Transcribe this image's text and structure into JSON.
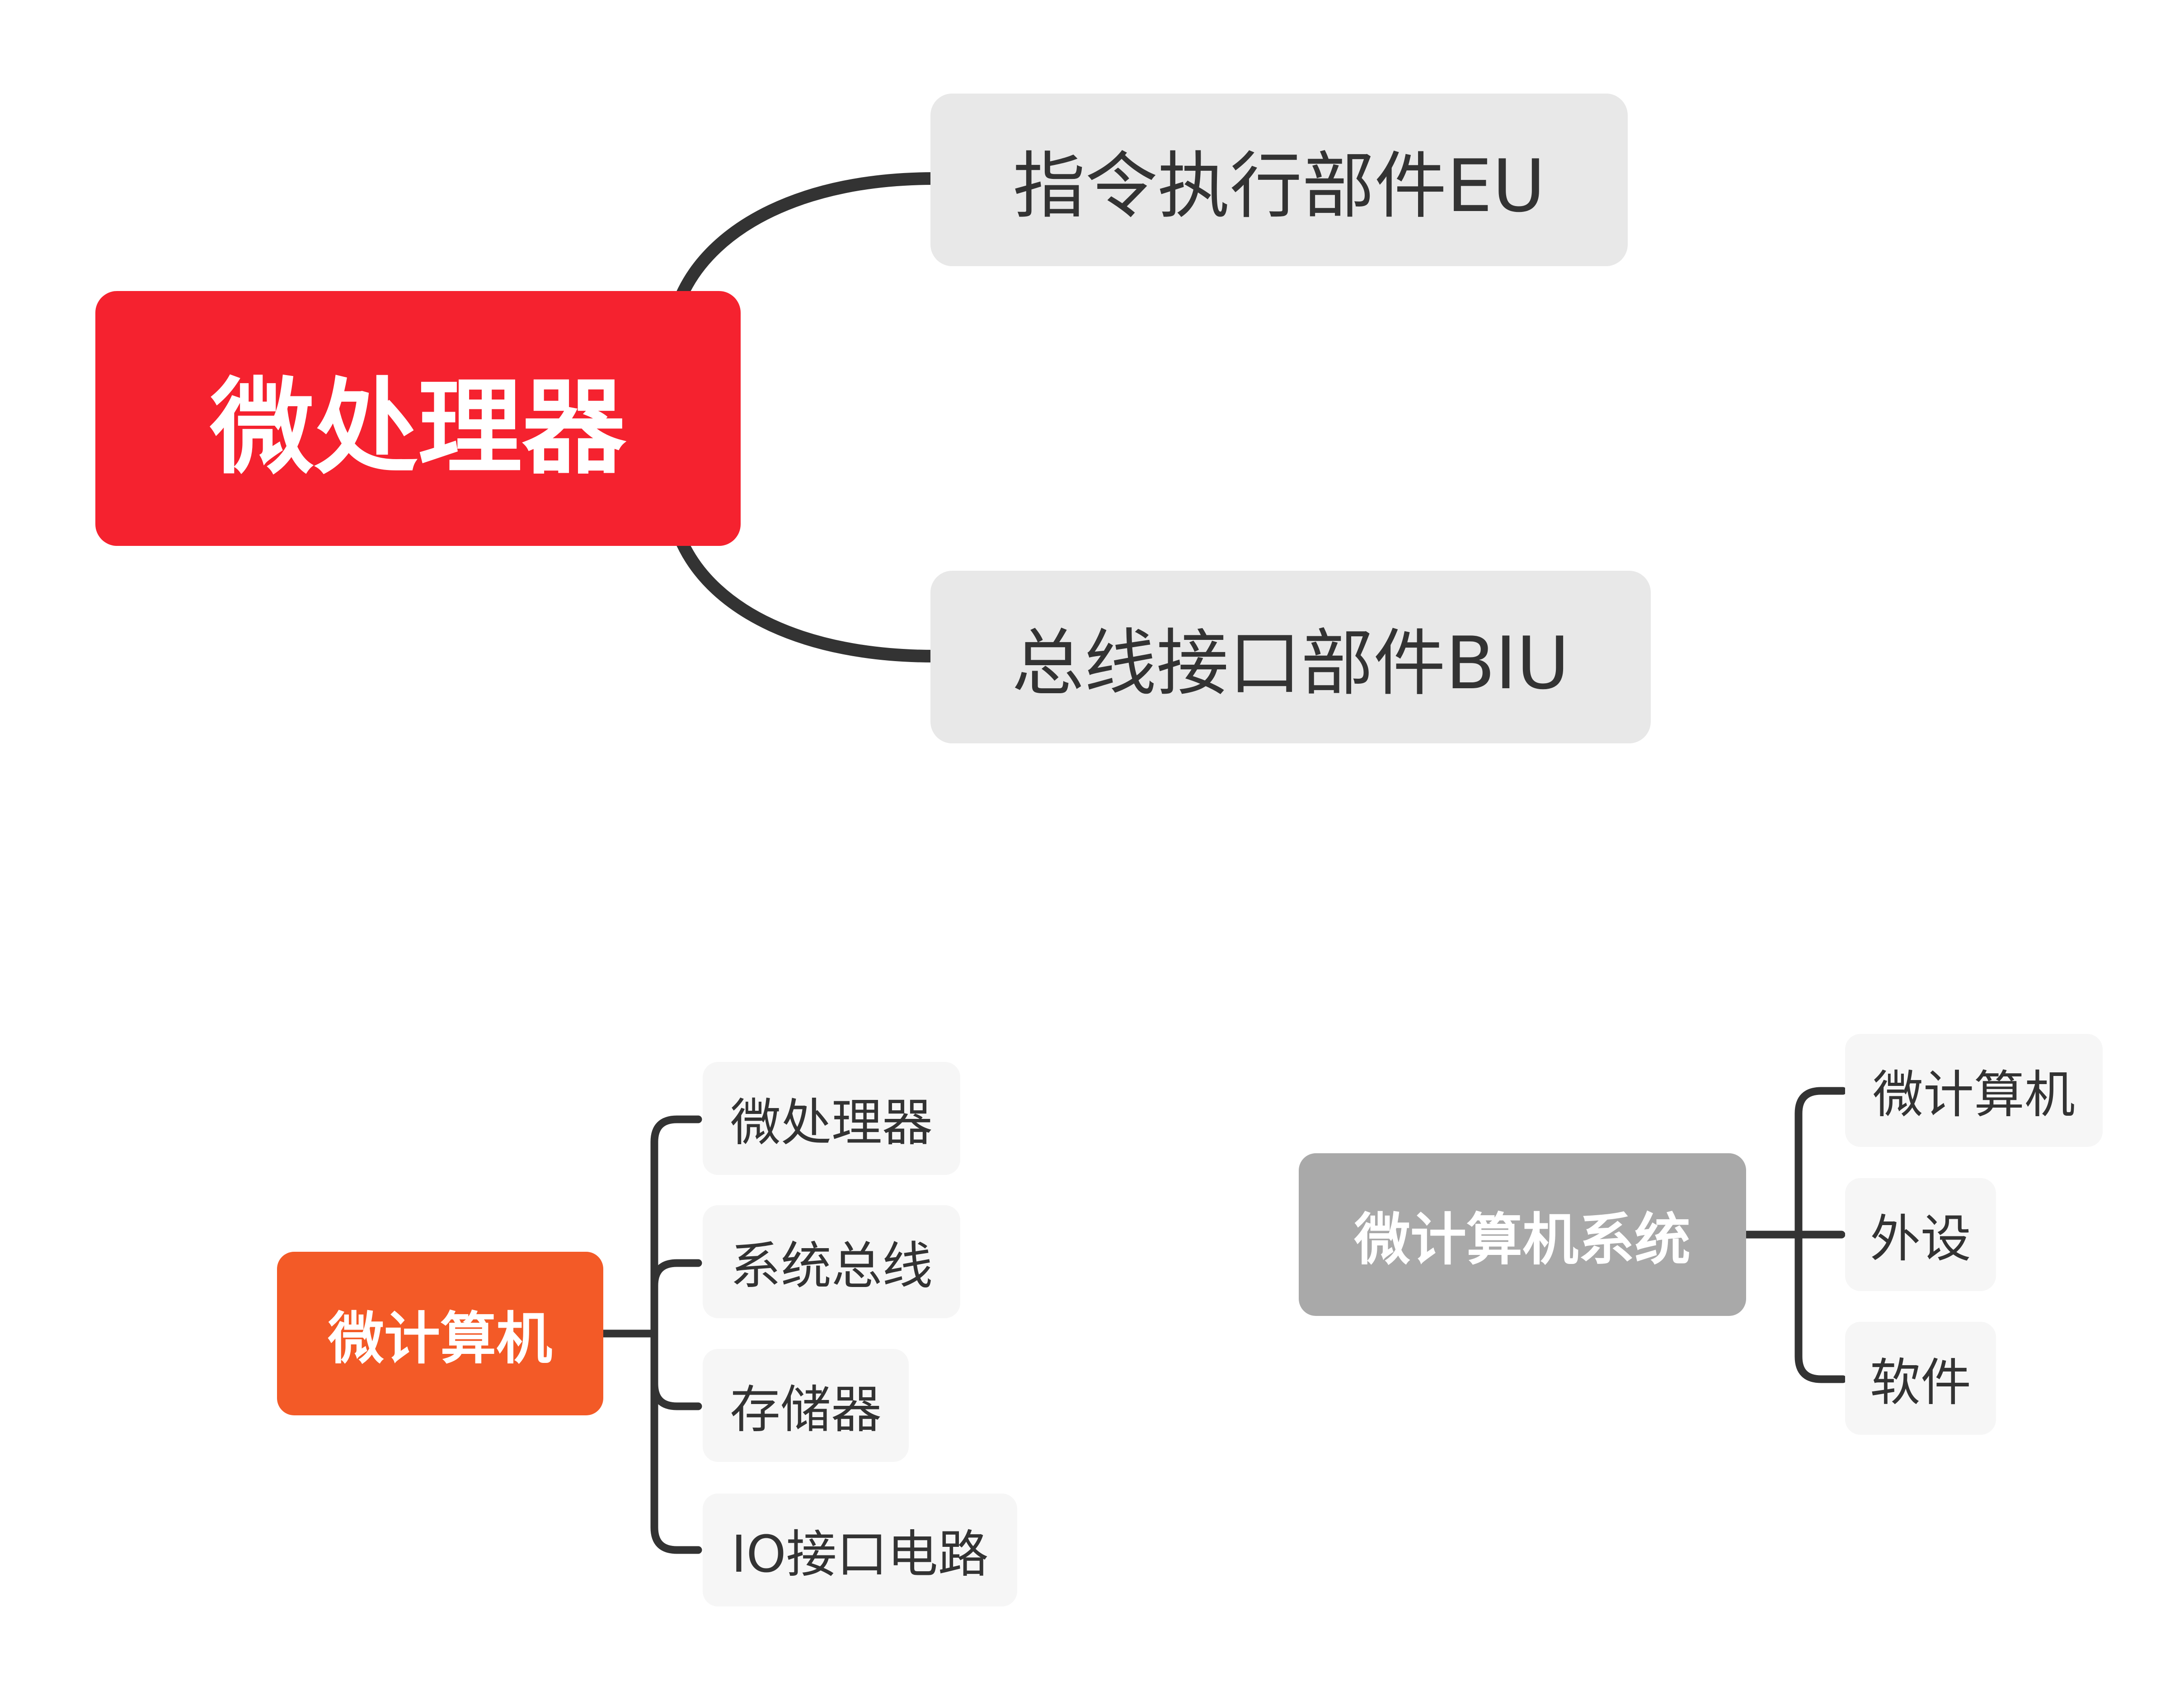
{
  "colors": {
    "root_red": "#f5222f",
    "root_orange": "#f35a27",
    "root_gray": "#a9a9a9",
    "sub_node_bg": "#e8e8e8",
    "leaf_bg": "#f6f6f6",
    "connector": "#333333"
  },
  "map1": {
    "root": "微处理器",
    "children": [
      "指令执行部件EU",
      "总线接口部件BIU"
    ]
  },
  "map2": {
    "root": "微计算机",
    "children": [
      "微处理器",
      "系统总线",
      "存储器",
      "IO接口电路"
    ]
  },
  "map3": {
    "root": "微计算机系统",
    "children": [
      "微计算机",
      "外设",
      "软件"
    ]
  }
}
